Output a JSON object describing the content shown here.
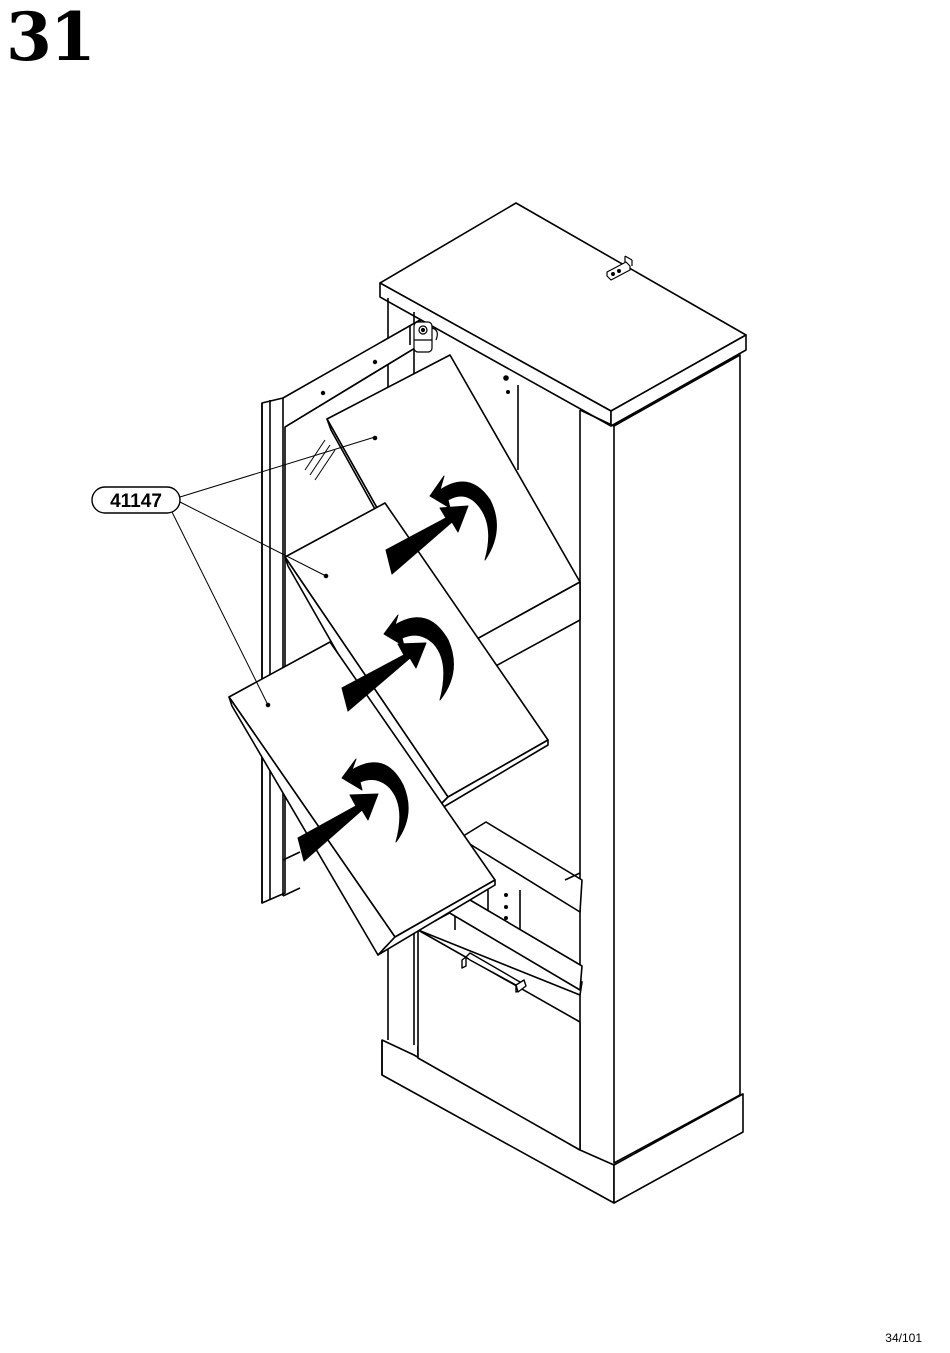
{
  "step": {
    "number": "31"
  },
  "part_callout": {
    "code": "41147",
    "shelf_count": 3
  },
  "footer": {
    "page": "34/101"
  },
  "icons": {
    "cabinet": "cabinet-illustration",
    "insert_arrow": "curved-insert-arrow-icon",
    "hinge": "hinge-icon",
    "handle": "drawer-handle-icon",
    "bracket": "wall-bracket-icon"
  }
}
